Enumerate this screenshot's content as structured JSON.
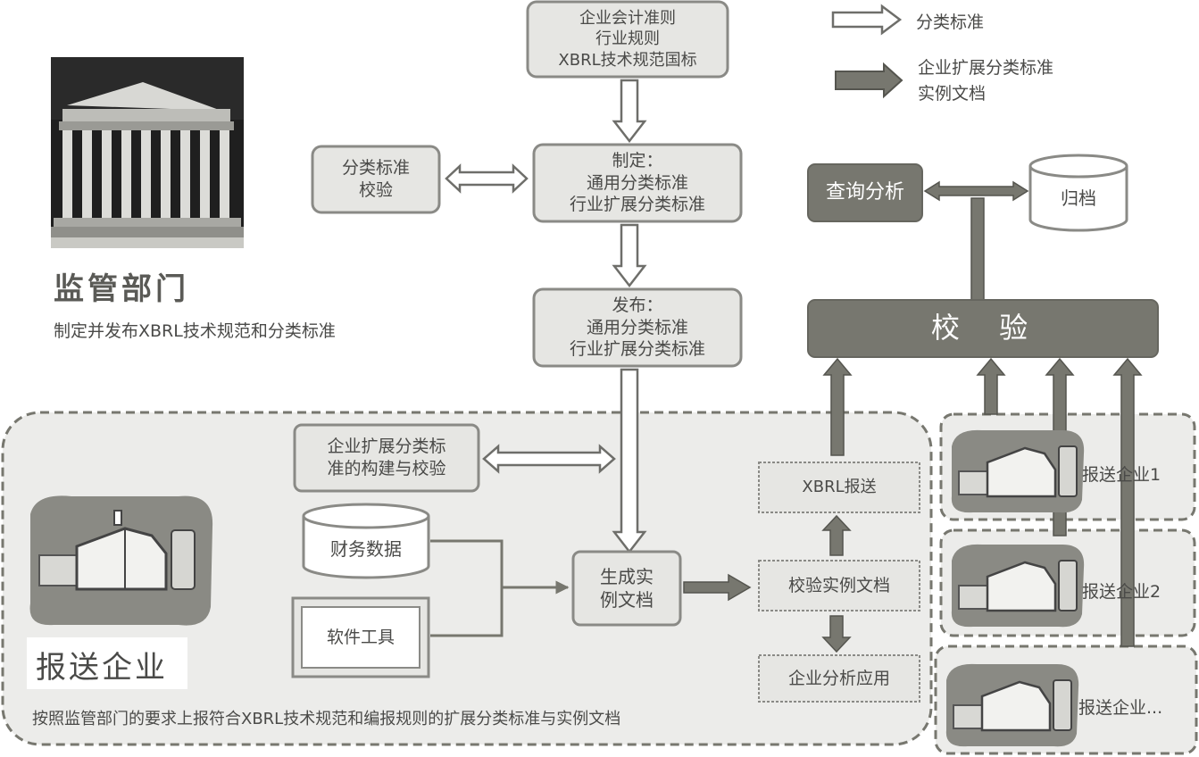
{
  "legend": {
    "taxonomy_label": "分类标准",
    "extension_label": "企业扩展分类标准\n实例文档"
  },
  "regulator": {
    "title": "监管部门",
    "description": "制定并发布XBRL技术规范和分类标准"
  },
  "boxes": {
    "standards": "企业会计准则\n行业规则\nXBRL技术规范国标",
    "taxonomy_check": "分类标准\n校验",
    "formulate": "制定：\n通用分类标准\n行业扩展分类标准",
    "publish": "发布：\n通用分类标准\n行业扩展分类标准",
    "query": "查询分析",
    "archive": "归档",
    "validate": "校  验",
    "ext_build": "企业扩展分类标\n准的构建与校验",
    "financial_data": "财务数据",
    "software_tools": "软件工具",
    "generate": "生成实\n例文档",
    "xbrl_submit": "XBRL报送",
    "validate_instance": "校验实例文档",
    "enterprise_analysis": "企业分析应用"
  },
  "enterprise": {
    "title": "报送企业",
    "description": "按照监管部门的要求上报符合XBRL技术规范和编报规则的扩展分类标准与实例文档"
  },
  "reporters": [
    "报送企业1",
    "报送企业2",
    "报送企业..."
  ],
  "colors": {
    "box_fill": "#e6e6e3",
    "box_border": "#8a8a86",
    "dark_fill": "#77776f",
    "region_fill": "#ececea",
    "arrow_dark": "#7a7a74"
  }
}
